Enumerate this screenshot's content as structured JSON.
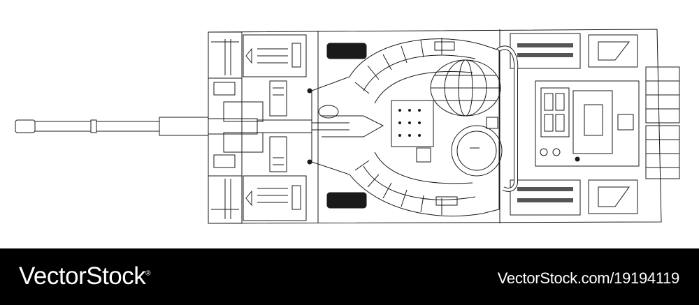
{
  "footer": {
    "brand": "VectorStock",
    "brand_mark": "®",
    "image_credit": "VectorStock.com/19194119"
  },
  "colors": {
    "line": "#1a1a1a",
    "paper": "#ffffff",
    "footer_bg": "#000000",
    "footer_text": "#ffffff"
  },
  "icons": [
    "tank-wireframe-illustration"
  ]
}
